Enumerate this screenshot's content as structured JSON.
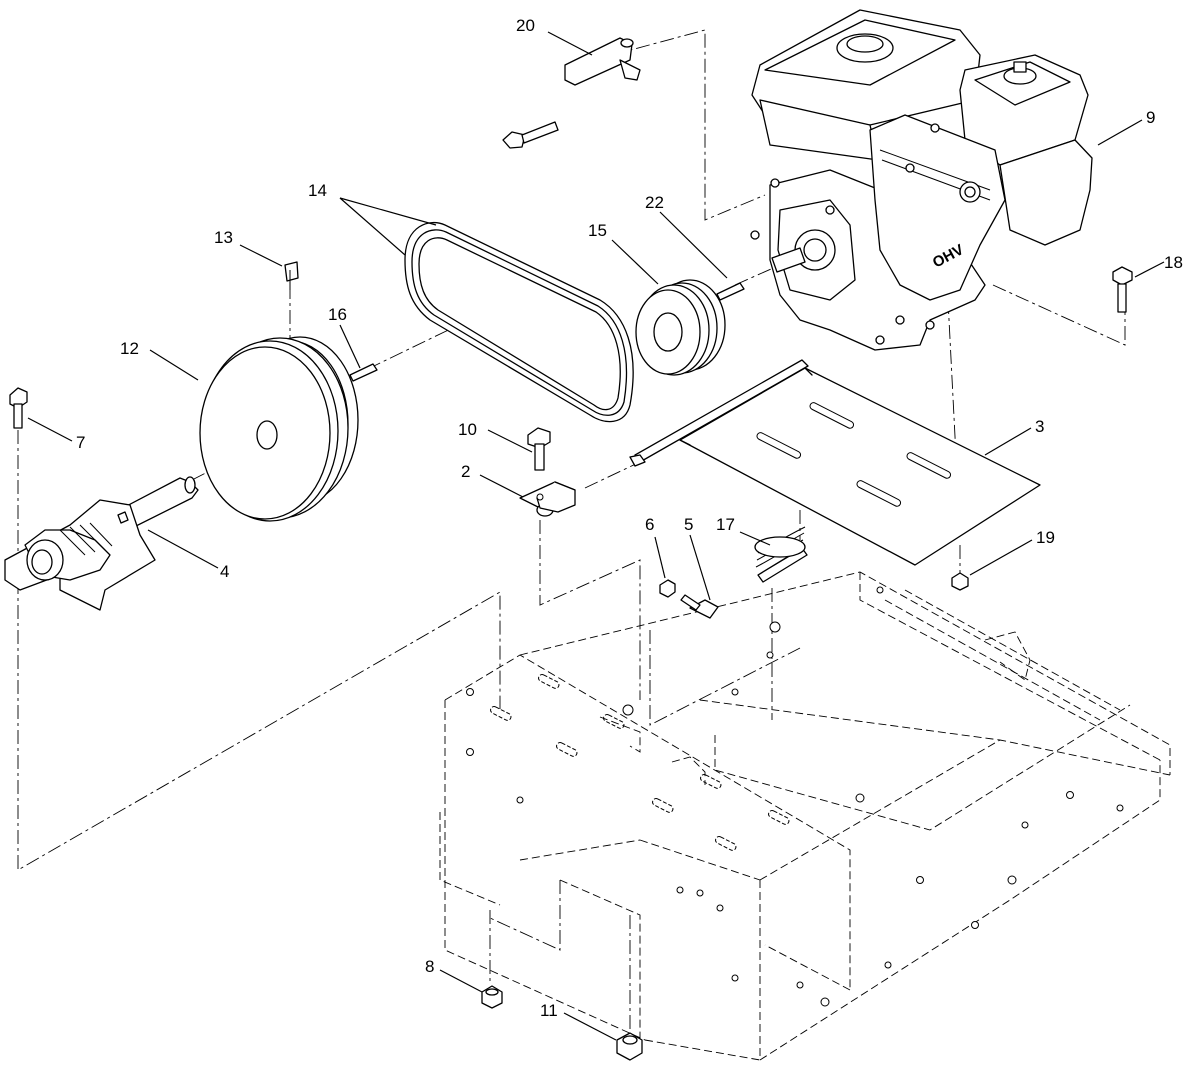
{
  "diagram": {
    "type": "exploded-parts-view",
    "callouts": [
      {
        "id": "c20",
        "label": "20"
      },
      {
        "id": "c9",
        "label": "9"
      },
      {
        "id": "c14",
        "label": "14"
      },
      {
        "id": "c22",
        "label": "22"
      },
      {
        "id": "c15",
        "label": "15"
      },
      {
        "id": "c13",
        "label": "13"
      },
      {
        "id": "c18",
        "label": "18"
      },
      {
        "id": "c16",
        "label": "16"
      },
      {
        "id": "c12",
        "label": "12"
      },
      {
        "id": "c7",
        "label": "7"
      },
      {
        "id": "c10",
        "label": "10"
      },
      {
        "id": "c3",
        "label": "3"
      },
      {
        "id": "c2",
        "label": "2"
      },
      {
        "id": "c4",
        "label": "4"
      },
      {
        "id": "c6",
        "label": "6"
      },
      {
        "id": "c5",
        "label": "5"
      },
      {
        "id": "c17",
        "label": "17"
      },
      {
        "id": "c19",
        "label": "19"
      },
      {
        "id": "c8",
        "label": "8"
      },
      {
        "id": "c11",
        "label": "11"
      }
    ],
    "engine_marking": "OHV"
  }
}
